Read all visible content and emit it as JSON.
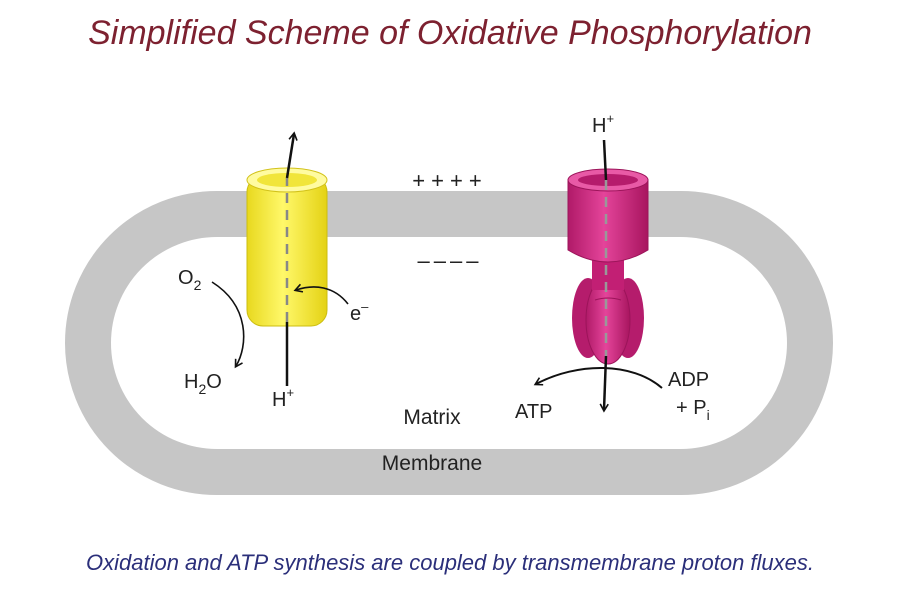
{
  "title": "Simplified Scheme of Oxidative Phosphorylation",
  "caption": "Oxidation and ATP synthesis are coupled by transmembrane proton fluxes.",
  "labels": {
    "plus_charges": "++++",
    "minus_charges": "––––",
    "o2_base": "O",
    "o2_sub": "2",
    "h2o_base_h": "H",
    "h2o_sub": "2",
    "h2o_base_o": "O",
    "electron": "e",
    "electron_sup": "–",
    "h_left": "H",
    "h_left_sup": "+",
    "h_right": "H",
    "h_right_sup": "+",
    "matrix": "Matrix",
    "membrane": "Membrane",
    "atp": "ATP",
    "adp": "ADP",
    "pi_prefix": "+ P",
    "pi_sub": "i"
  },
  "colors": {
    "membrane": "#c6c6c6",
    "electron_transport_complex": "#f7ef3c",
    "atp_synthase": "#d4237f",
    "title": "#7d2130",
    "caption": "#2b2f7a"
  }
}
